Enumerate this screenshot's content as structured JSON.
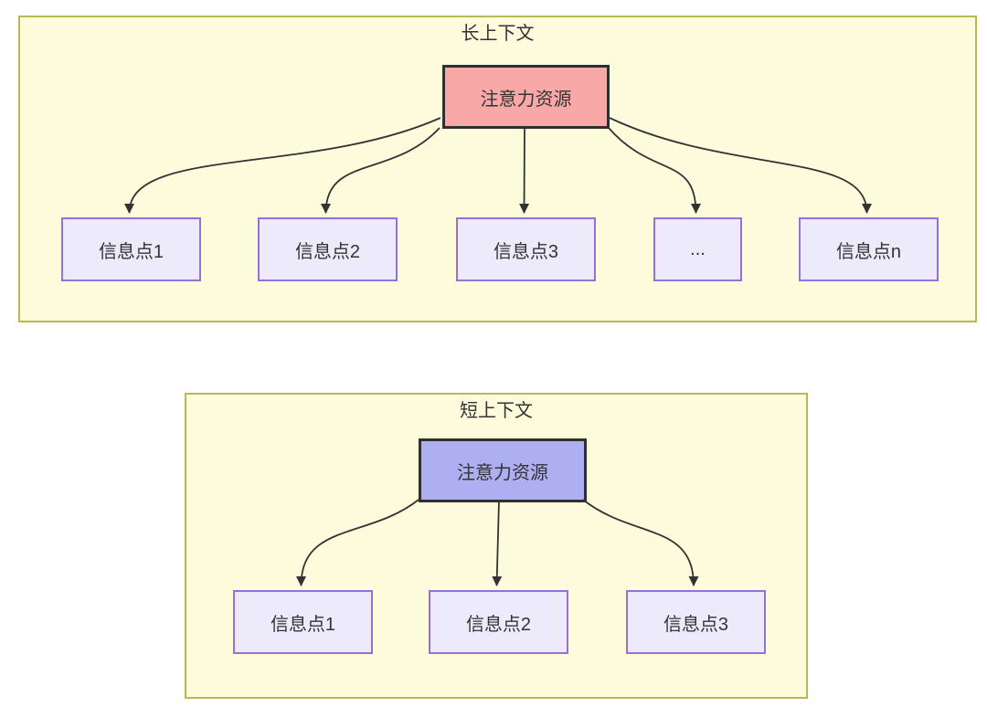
{
  "diagram": {
    "type": "flowchart",
    "colors": {
      "group-fill": "#fcfcdc",
      "group-border": "#b9b954",
      "node-fill": "#eceafb",
      "node-border": "#9370db",
      "source-long-fill": "#f9a8a8",
      "source-short-fill": "#aeaef2",
      "source-border": "#2f2f2f",
      "line": "#333333",
      "text": "#333333"
    },
    "groups": [
      {
        "title": "长上下文",
        "source": {
          "label": "注意力资源"
        },
        "targets": [
          {
            "label": "信息点1"
          },
          {
            "label": "信息点2"
          },
          {
            "label": "信息点3"
          },
          {
            "label": "..."
          },
          {
            "label": "信息点n"
          }
        ]
      },
      {
        "title": "短上下文",
        "source": {
          "label": "注意力资源"
        },
        "targets": [
          {
            "label": "信息点1"
          },
          {
            "label": "信息点2"
          },
          {
            "label": "信息点3"
          }
        ]
      }
    ]
  }
}
